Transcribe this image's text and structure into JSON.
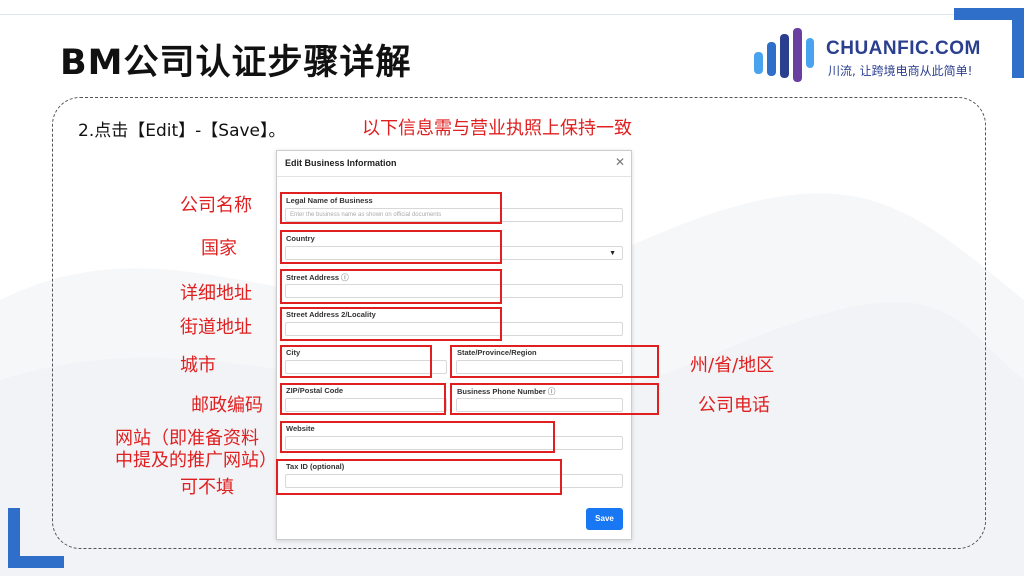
{
  "slide": {
    "title": "BM公司认证步骤详解",
    "step": "2.点击【Edit】-【Save】。",
    "note": "以下信息需与营业执照上保持一致"
  },
  "logo": {
    "name": "CHUANFIC.COM",
    "tagline": "川流, 让跨境电商从此简单!",
    "icon": "bar-logo-icon"
  },
  "labels": {
    "company_name": "公司名称",
    "country": "国家",
    "street": "详细地址",
    "street2": "街道地址",
    "city": "城市",
    "state": "州/省/地区",
    "zip": "邮政编码",
    "phone": "公司电话",
    "website_line1": "网站（即准备资料",
    "website_line2": "中提及的推广网站）",
    "tax": "可不填"
  },
  "dialog": {
    "title": "Edit Business Information",
    "close_icon": "close-icon",
    "fields": {
      "legal_name": "Legal Name of Business",
      "legal_name_placeholder": "Enter the business name as shown on official documents",
      "country": "Country",
      "street": "Street Address",
      "street2": "Street Address 2/Locality",
      "city": "City",
      "state": "State/Province/Region",
      "zip": "ZIP/Postal Code",
      "phone": "Business Phone Number",
      "website": "Website",
      "tax": "Tax ID (optional)"
    },
    "save_label": "Save"
  },
  "colors": {
    "accent_blue": "#2f6fc9",
    "annotation_red": "#e02020",
    "save_button": "#1877f2",
    "logo_navy": "#2b3f8f"
  }
}
